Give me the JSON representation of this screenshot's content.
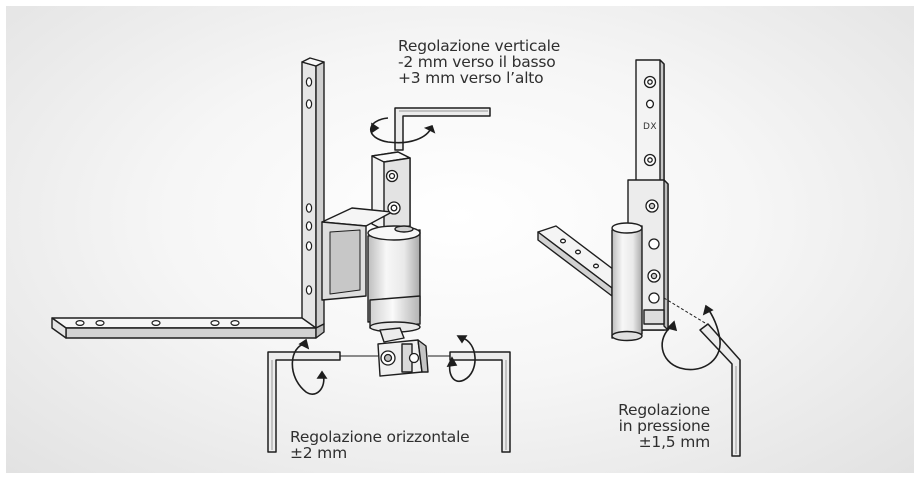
{
  "labels": {
    "vertical": {
      "line1": "Regolazione verticale",
      "line2": "-2 mm verso il basso",
      "line3": "+3 mm verso l’alto"
    },
    "horizontal": {
      "line1": "Regolazione orizzontale",
      "line2": "±2 mm"
    },
    "pressure": {
      "line1": "Regolazione",
      "line2": "in pressione",
      "line3": "±1,5 mm"
    },
    "side_mark": "DX"
  },
  "colors": {
    "background_light": "#ffffff",
    "background_dark": "#e2e2e2",
    "line": "#1e1e1e",
    "metal_fill": "#f4f4f4",
    "shade": "#c9c9c9",
    "text": "#2f2f2f"
  }
}
